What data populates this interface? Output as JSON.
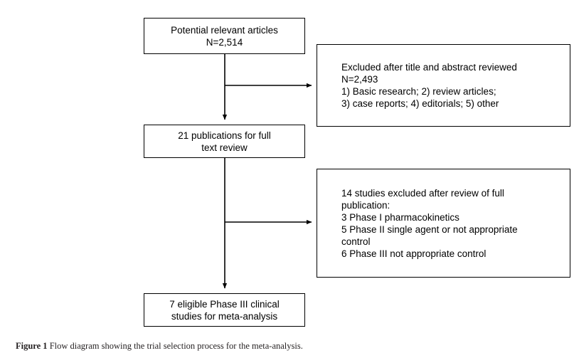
{
  "figure": {
    "caption_label": "Figure 1",
    "caption_text": "Flow diagram showing the trial selection process for the meta-analysis.",
    "line_color": "#000000",
    "background_color": "#ffffff",
    "caption_color": "#231f20"
  },
  "chart_data": {
    "type": "diagram",
    "diagram_kind": "flow-diagram",
    "title": "Flow diagram showing the trial selection process for the meta-analysis.",
    "orientation": "top-to-bottom with right-side exclusion branches",
    "nodes": [
      {
        "id": "potential",
        "label": "Potential relevant articles\nN=2,514",
        "count": 2514,
        "align": "center",
        "column": "main"
      },
      {
        "id": "excluded-1",
        "label": "Excluded after title and abstract reviewed\nN=2,493\n1) Basic research; 2) review articles;\n3) case reports; 4) editorials; 5) other",
        "count": 2493,
        "align": "left",
        "column": "exclusion"
      },
      {
        "id": "publications",
        "label": "21 publications for full\ntext review",
        "count": 21,
        "align": "center",
        "column": "main"
      },
      {
        "id": "excluded-2",
        "label": "14 studies excluded after review of full\npublication:\n3 Phase I pharmacokinetics\n5 Phase II single agent or not appropriate\ncontrol\n6 Phase III not appropriate control",
        "count": 14,
        "align": "left",
        "column": "exclusion"
      },
      {
        "id": "eligible",
        "label": "7 eligible Phase III clinical\nstudies for meta-analysis",
        "count": 7,
        "align": "center",
        "column": "main"
      }
    ],
    "edges": [
      {
        "from": "potential",
        "to": "publications",
        "kind": "vertical-arrow"
      },
      {
        "from": "potential",
        "to": "excluded-1",
        "kind": "branch-right-arrow"
      },
      {
        "from": "publications",
        "to": "eligible",
        "kind": "vertical-arrow"
      },
      {
        "from": "publications",
        "to": "excluded-2",
        "kind": "branch-right-arrow"
      }
    ]
  }
}
